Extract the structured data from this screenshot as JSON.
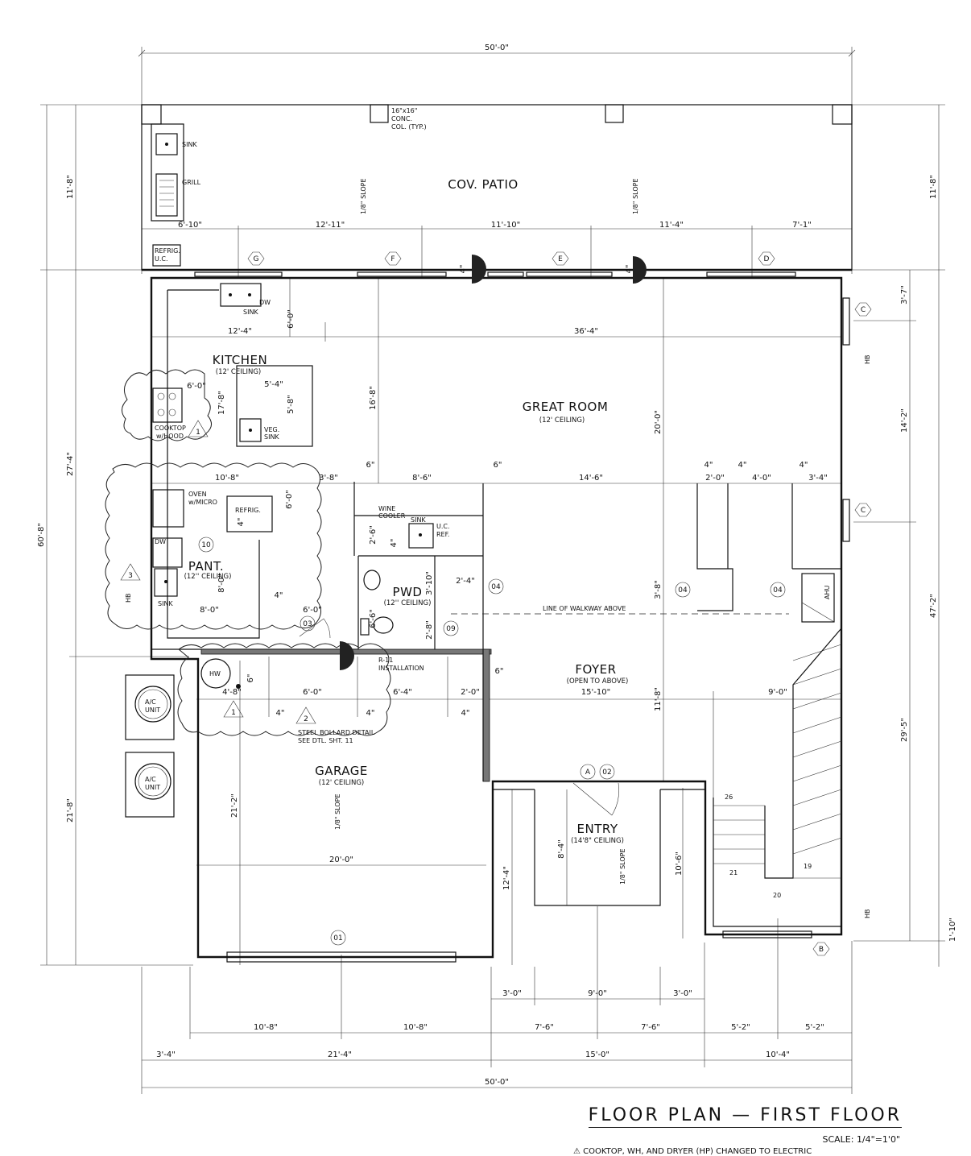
{
  "title": "FLOOR PLAN — FIRST FLOOR",
  "scale": "SCALE: 1/4\"=1'0\"",
  "note": "⚠ COOKTOP, WH, AND DRYER (HP) CHANGED TO ELECTRIC",
  "rooms": {
    "patio": "COV. PATIO",
    "kitchen": "KITCHEN",
    "kitchen_ceiling": "(12' CEILING)",
    "great": "GREAT ROOM",
    "great_ceiling": "(12' CEILING)",
    "pantry": "PANT.",
    "pantry_ceiling": "(12'' CEILING)",
    "pwd": "PWD",
    "pwd_ceiling": "(12'' CEILING)",
    "foyer": "FOYER",
    "foyer_sub": "(OPEN TO ABOVE)",
    "garage": "GARAGE",
    "garage_ceiling": "(12' CEILING)",
    "entry": "ENTRY",
    "entry_ceiling": "(14'8\" CEILING)"
  },
  "labels": {
    "column": "16\"x16\"",
    "column2": "CONC.",
    "column3": "COL. (TYP.)",
    "sink": "SINK",
    "grill": "GRILL",
    "refrig_uc": "REFRIG.",
    "refrig_uc2": "U.C.",
    "dw": "DW",
    "cooktop": "COOKTOP",
    "cooktop2": "w/HOOD",
    "veg_sink": "VEG.",
    "veg_sink2": "SINK",
    "oven": "OVEN",
    "oven2": "w/MICRO",
    "refrig": "REFRIG.",
    "wine": "WINE",
    "wine2": "COOLER",
    "uc_ref": "U.C.",
    "uc_ref2": "REF.",
    "hw": "HW",
    "ac1": "A/C",
    "ac1b": "UNIT",
    "ac2": "A/C",
    "ac2b": "UNIT",
    "ahu": "AHU",
    "hb": "HB",
    "walkway": "LINE OF WALKWAY ABOVE",
    "r11": "R-11",
    "r11b": "INSTALLATION",
    "bollard": "STEEL BOLLARD DETAIL",
    "bollard2": "SEE DTL. SHT. 11",
    "slope": "1/8\" SLOPE",
    "stair26": "26",
    "stair21": "21",
    "stair20": "20",
    "stair19": "19"
  },
  "tags": {
    "G": "G",
    "F": "F",
    "E": "E",
    "D": "D",
    "C": "C",
    "B": "B",
    "A": "A",
    "t01": "01",
    "t02": "02",
    "t03": "03",
    "t04": "04",
    "t09": "09",
    "t10": "10",
    "rev1": "1",
    "rev2": "2",
    "rev3": "3"
  },
  "dims": {
    "top_overall": "50'-0\"",
    "bottom_overall": "50'-0\"",
    "left_overall": "60'-8\"",
    "left_patio": "11'-8\"",
    "left_mid": "27'-4\"",
    "left_garage": "21'-8\"",
    "right_patio": "11'-8\"",
    "right_overall": "47'-2\"",
    "right_a": "3'-7\"",
    "right_b": "14'-2\"",
    "right_c": "29'-5\"",
    "right_d": "1'-10\"",
    "p1": "6'-10\"",
    "p2": "12'-11\"",
    "p3": "11'-10\"",
    "p4": "11'-4\"",
    "p5": "7'-1\"",
    "k1": "12'-4\"",
    "k2": "36'-4\"",
    "k3": "6'-0\"",
    "k4": "5'-4\"",
    "k5": "5'-8\"",
    "k6": "17'-8\"",
    "k7": "16'-8\"",
    "k8": "6'-0\"",
    "m1": "10'-8\"",
    "m2": "3'-8\"",
    "m3": "6\"",
    "m4": "8'-6\"",
    "m5": "6\"",
    "m6": "14'-6\"",
    "m7": "4\"",
    "m8": "2'-0\"",
    "m9": "4\"",
    "m10": "4'-0\"",
    "m11": "4\"",
    "m12": "3'-4\"",
    "g20": "20'-0\"",
    "pa1": "8'-0\"",
    "pa2": "8'-0\"",
    "pa3": "6'-0\"",
    "pa4": "4\"",
    "pw1": "2'-6\"",
    "pw2": "4\"",
    "pw3": "3'-10\"",
    "pw4": "2'-4\"",
    "pw5": "6'-6\"",
    "pw6": "2'-8\"",
    "gr1": "20'-0\"",
    "gr2": "3'-8\"",
    "f1": "4'-8\"",
    "f2": "6'-0\"",
    "f3": "6'-4\"",
    "f4": "2'-0\"",
    "f5": "4\"",
    "f6": "4\"",
    "f7": "4\"",
    "f8": "6\"",
    "f9": "15'-10\"",
    "f10": "9'-0\"",
    "f11": "11'-8\"",
    "f12": "6\"",
    "e1": "8'-4\"",
    "e2": "12'-4\"",
    "e3": "10'-6\"",
    "g21": "21'-2\"",
    "b1": "3'-0\"",
    "b2": "9'-0\"",
    "b3": "3'-0\"",
    "c1": "10'-8\"",
    "c2": "10'-8\"",
    "c3": "7'-6\"",
    "c4": "7'-6\"",
    "c5": "5'-2\"",
    "c6": "5'-2\"",
    "d1": "3'-4\"",
    "d2": "21'-4\"",
    "d3": "15'-0\"",
    "d4": "10'-4\"",
    "door4a": "4\"",
    "door4b": "4\""
  },
  "colors": {
    "line": "#111111",
    "paper": "#ffffff"
  }
}
